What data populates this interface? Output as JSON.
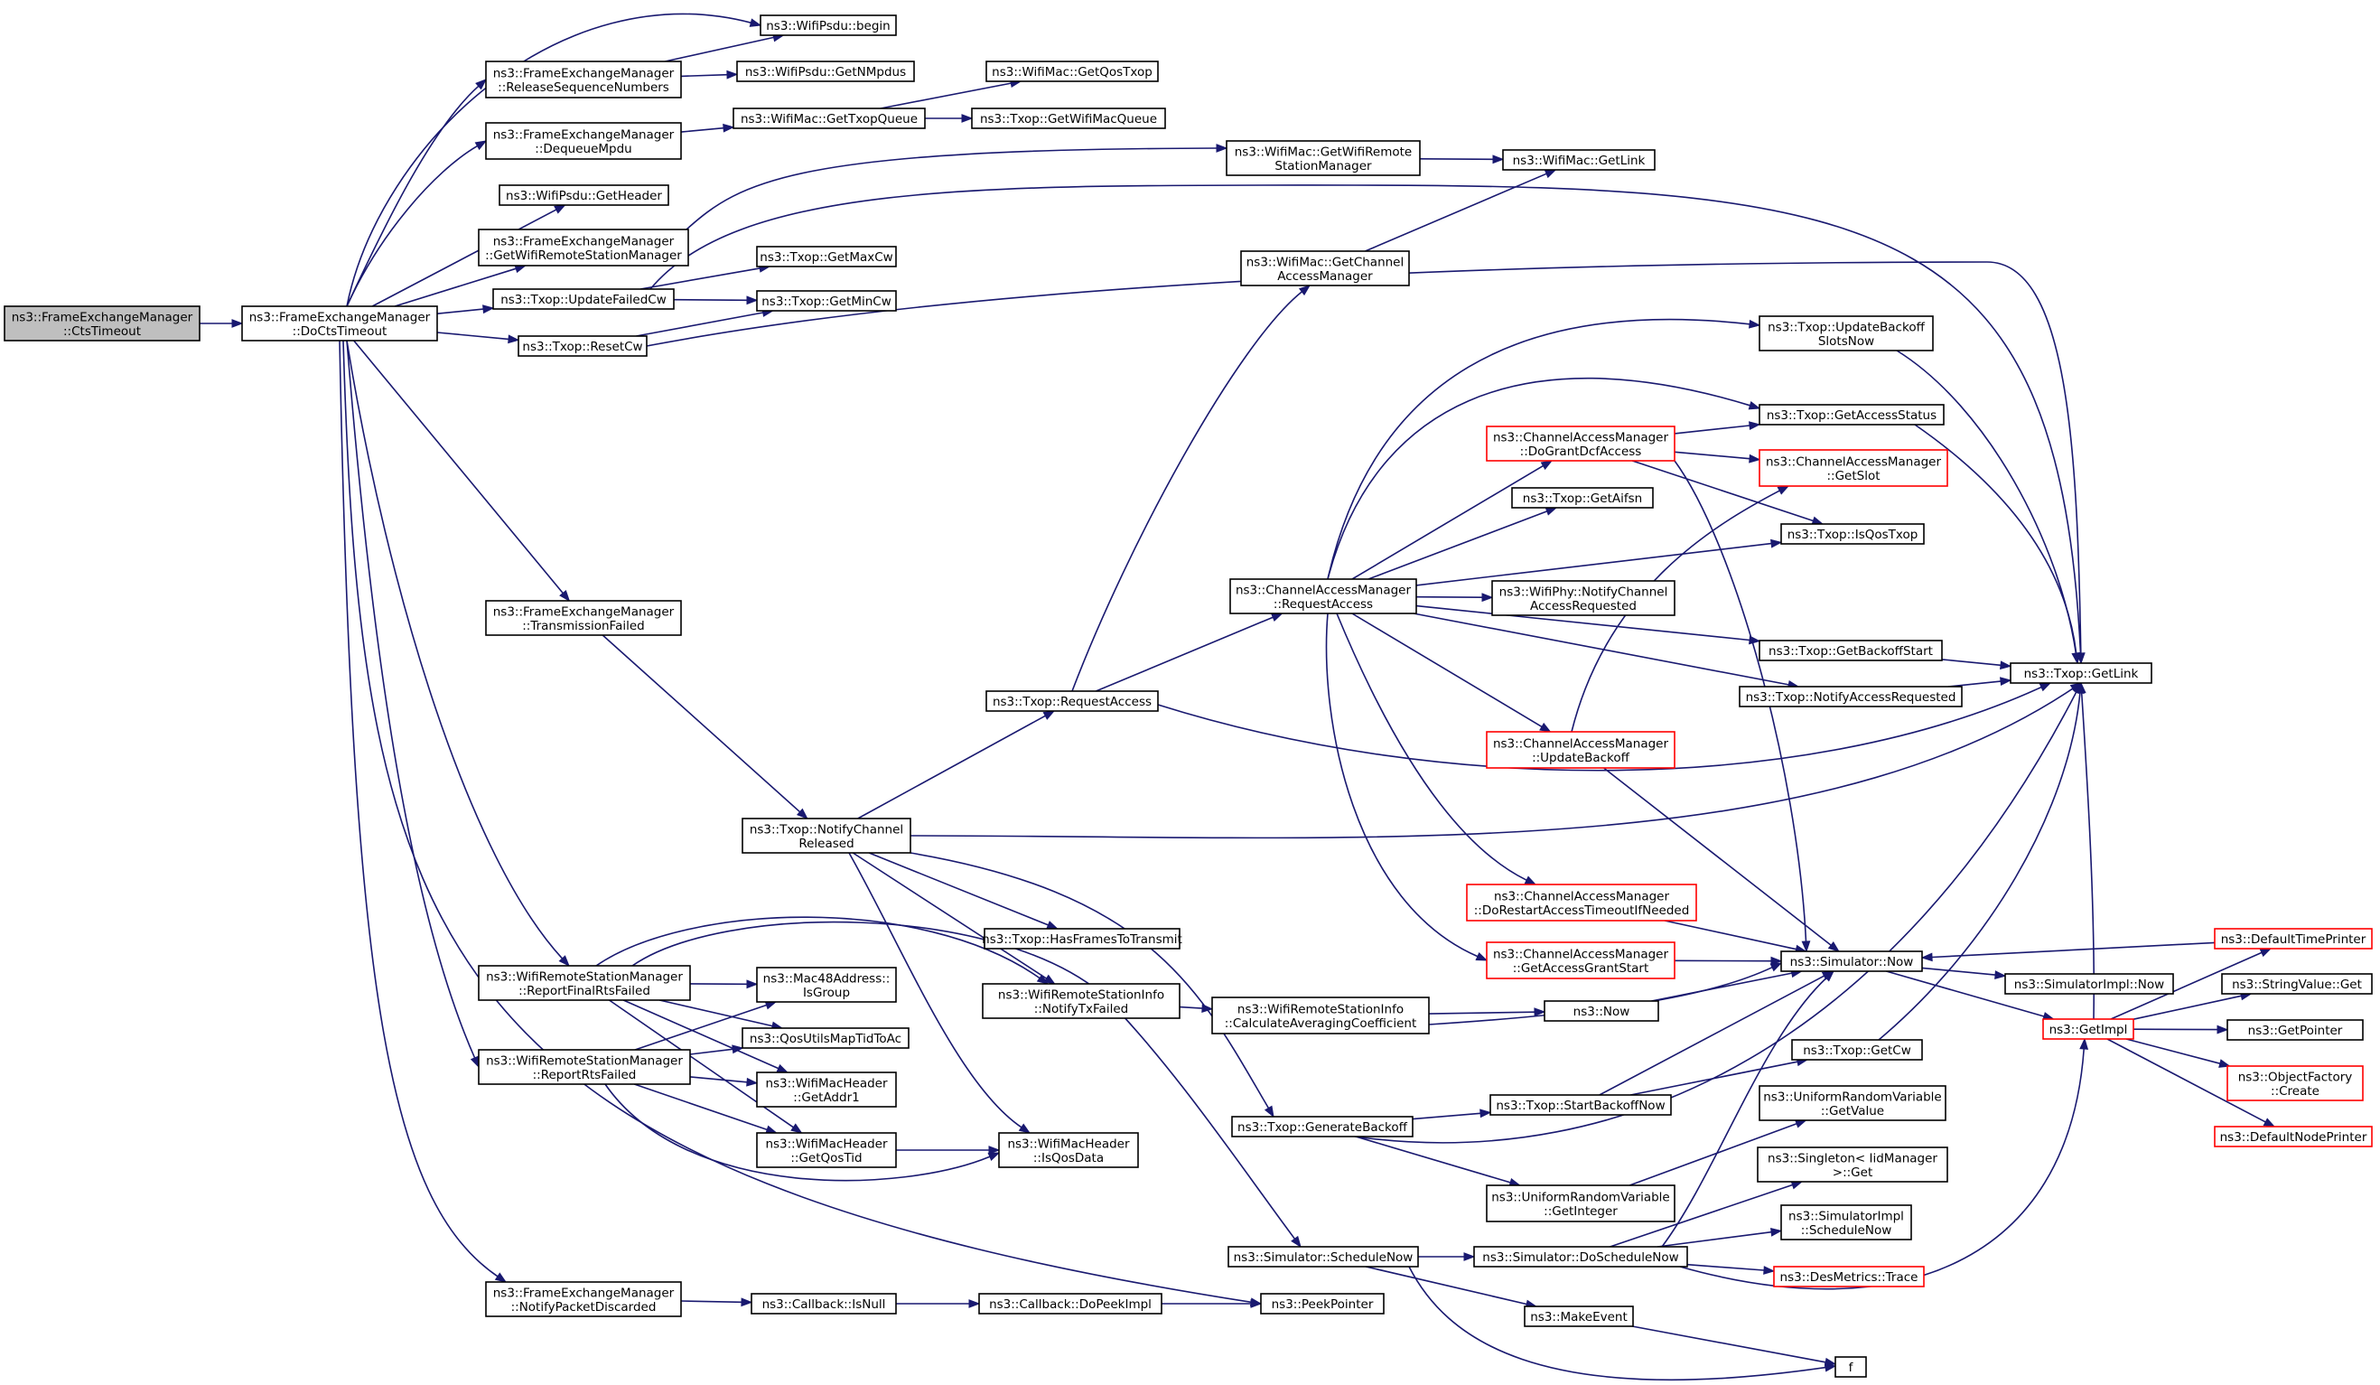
{
  "colors": {
    "edge": "#191970",
    "border": "#000000",
    "truncated_border": "#ff0000",
    "root_fill": "#bfbfbf"
  },
  "nodes": {
    "cts": {
      "lines": [
        "ns3::FrameExchangeManager",
        "::CtsTimeout"
      ],
      "root": true
    },
    "docts": {
      "lines": [
        "ns3::FrameExchangeManager",
        "::DoCtsTimeout"
      ]
    },
    "psdubegin": {
      "lines": [
        "ns3::WifiPsdu::begin"
      ]
    },
    "release": {
      "lines": [
        "ns3::FrameExchangeManager",
        "::ReleaseSequenceNumbers"
      ]
    },
    "getnmpdus": {
      "lines": [
        "ns3::WifiPsdu::GetNMpdus"
      ]
    },
    "getqostxop": {
      "lines": [
        "ns3::WifiMac::GetQosTxop"
      ]
    },
    "dequeue": {
      "lines": [
        "ns3::FrameExchangeManager",
        "::DequeueMpdu"
      ]
    },
    "gettxopqueue": {
      "lines": [
        "ns3::WifiMac::GetTxopQueue"
      ]
    },
    "getwifimacqueue": {
      "lines": [
        "ns3::Txop::GetWifiMacQueue"
      ]
    },
    "getheader": {
      "lines": [
        "ns3::WifiPsdu::GetHeader"
      ]
    },
    "fem_getrsm": {
      "lines": [
        "ns3::FrameExchangeManager",
        "::GetWifiRemoteStationManager"
      ]
    },
    "mac_getrsm": {
      "lines": [
        "ns3::WifiMac::GetWifiRemote",
        "StationManager"
      ]
    },
    "mac_getlink": {
      "lines": [
        "ns3::WifiMac::GetLink"
      ]
    },
    "updatefailedcw": {
      "lines": [
        "ns3::Txop::UpdateFailedCw"
      ]
    },
    "getmaxcw": {
      "lines": [
        "ns3::Txop::GetMaxCw"
      ]
    },
    "getmincw": {
      "lines": [
        "ns3::Txop::GetMinCw"
      ]
    },
    "resetcw": {
      "lines": [
        "ns3::Txop::ResetCw"
      ]
    },
    "getcam": {
      "lines": [
        "ns3::WifiMac::GetChannel",
        "AccessManager"
      ]
    },
    "updatebackoffslots": {
      "lines": [
        "ns3::Txop::UpdateBackoff",
        "SlotsNow"
      ]
    },
    "getaccessstatus": {
      "lines": [
        "ns3::Txop::GetAccessStatus"
      ]
    },
    "dogrant": {
      "lines": [
        "ns3::ChannelAccessManager",
        "::DoGrantDcfAccess"
      ],
      "truncated": true
    },
    "getslot": {
      "lines": [
        "ns3::ChannelAccessManager",
        "::GetSlot"
      ],
      "truncated": true
    },
    "getaifsn": {
      "lines": [
        "ns3::Txop::GetAifsn"
      ]
    },
    "isqostxop": {
      "lines": [
        "ns3::Txop::IsQosTxop"
      ]
    },
    "cam_request": {
      "lines": [
        "ns3::ChannelAccessManager",
        "::RequestAccess"
      ]
    },
    "notifychreq": {
      "lines": [
        "ns3::WifiPhy::NotifyChannel",
        "AccessRequested"
      ]
    },
    "getbackoffstart": {
      "lines": [
        "ns3::Txop::GetBackoffStart"
      ]
    },
    "txop_getlink": {
      "lines": [
        "ns3::Txop::GetLink"
      ]
    },
    "notifyaccessreq": {
      "lines": [
        "ns3::Txop::NotifyAccessRequested"
      ]
    },
    "txfailed": {
      "lines": [
        "ns3::FrameExchangeManager",
        "::TransmissionFailed"
      ]
    },
    "txop_request": {
      "lines": [
        "ns3::Txop::RequestAccess"
      ]
    },
    "cam_updatebackoff": {
      "lines": [
        "ns3::ChannelAccessManager",
        "::UpdateBackoff"
      ],
      "truncated": true
    },
    "notifychrel": {
      "lines": [
        "ns3::Txop::NotifyChannel",
        "Released"
      ]
    },
    "dorestart": {
      "lines": [
        "ns3::ChannelAccessManager",
        "::DoRestartAccessTimeoutIfNeeded"
      ],
      "truncated": true
    },
    "hasframes": {
      "lines": [
        "ns3::Txop::HasFramesToTransmit"
      ]
    },
    "getaccessgrant": {
      "lines": [
        "ns3::ChannelAccessManager",
        "::GetAccessGrantStart"
      ],
      "truncated": true
    },
    "simnow": {
      "lines": [
        "ns3::Simulator::Now"
      ]
    },
    "defaulttimeprinter": {
      "lines": [
        "ns3::DefaultTimePrinter"
      ],
      "truncated": true
    },
    "reportfinal": {
      "lines": [
        "ns3::WifiRemoteStationManager",
        "::ReportFinalRtsFailed"
      ]
    },
    "mac48": {
      "lines": [
        "ns3::Mac48Address::",
        "IsGroup"
      ]
    },
    "notifytxfailed": {
      "lines": [
        "ns3::WifiRemoteStationInfo",
        "::NotifyTxFailed"
      ]
    },
    "simimplnow": {
      "lines": [
        "ns3::SimulatorImpl::Now"
      ]
    },
    "stringget": {
      "lines": [
        "ns3::StringValue::Get"
      ]
    },
    "qosutils": {
      "lines": [
        "ns3::QosUtilsMapTidToAc"
      ]
    },
    "calcavg": {
      "lines": [
        "ns3::WifiRemoteStationInfo",
        "::CalculateAveragingCoefficient"
      ]
    },
    "ns3now": {
      "lines": [
        "ns3::Now"
      ]
    },
    "getimpl": {
      "lines": [
        "ns3::GetImpl"
      ],
      "truncated": true
    },
    "getpointer": {
      "lines": [
        "ns3::GetPointer"
      ]
    },
    "reportrts": {
      "lines": [
        "ns3::WifiRemoteStationManager",
        "::ReportRtsFailed"
      ]
    },
    "getaddr1": {
      "lines": [
        "ns3::WifiMacHeader",
        "::GetAddr1"
      ]
    },
    "txop_getcw": {
      "lines": [
        "ns3::Txop::GetCw"
      ]
    },
    "objfactory": {
      "lines": [
        "ns3::ObjectFactory",
        "::Create"
      ],
      "truncated": true
    },
    "startbackoff": {
      "lines": [
        "ns3::Txop::StartBackoffNow"
      ]
    },
    "getvalue": {
      "lines": [
        "ns3::UniformRandomVariable",
        "::GetValue"
      ]
    },
    "getqostid": {
      "lines": [
        "ns3::WifiMacHeader",
        "::GetQosTid"
      ]
    },
    "isqosdata": {
      "lines": [
        "ns3::WifiMacHeader",
        "::IsQosData"
      ]
    },
    "genbackoff": {
      "lines": [
        "ns3::Txop::GenerateBackoff"
      ]
    },
    "defaultnodeprinter": {
      "lines": [
        "ns3::DefaultNodePrinter"
      ],
      "truncated": true
    },
    "singleton": {
      "lines": [
        "ns3::Singleton< IidManager",
        " >::Get"
      ]
    },
    "getinteger": {
      "lines": [
        "ns3::UniformRandomVariable",
        "::GetInteger"
      ]
    },
    "simimplschedule": {
      "lines": [
        "ns3::SimulatorImpl",
        "::ScheduleNow"
      ]
    },
    "sim_schedulenow": {
      "lines": [
        "ns3::Simulator::ScheduleNow"
      ]
    },
    "sim_doschedulenow": {
      "lines": [
        "ns3::Simulator::DoScheduleNow"
      ]
    },
    "desmetrics": {
      "lines": [
        "ns3::DesMetrics::Trace"
      ],
      "truncated": true
    },
    "notifypktdiscarded": {
      "lines": [
        "ns3::FrameExchangeManager",
        "::NotifyPacketDiscarded"
      ]
    },
    "cb_isnull": {
      "lines": [
        "ns3::Callback::IsNull"
      ]
    },
    "cb_dopeek": {
      "lines": [
        "ns3::Callback::DoPeekImpl"
      ]
    },
    "peekpointer": {
      "lines": [
        "ns3::PeekPointer"
      ]
    },
    "makeevent": {
      "lines": [
        "ns3::MakeEvent"
      ]
    },
    "f": {
      "lines": [
        "f"
      ]
    }
  }
}
